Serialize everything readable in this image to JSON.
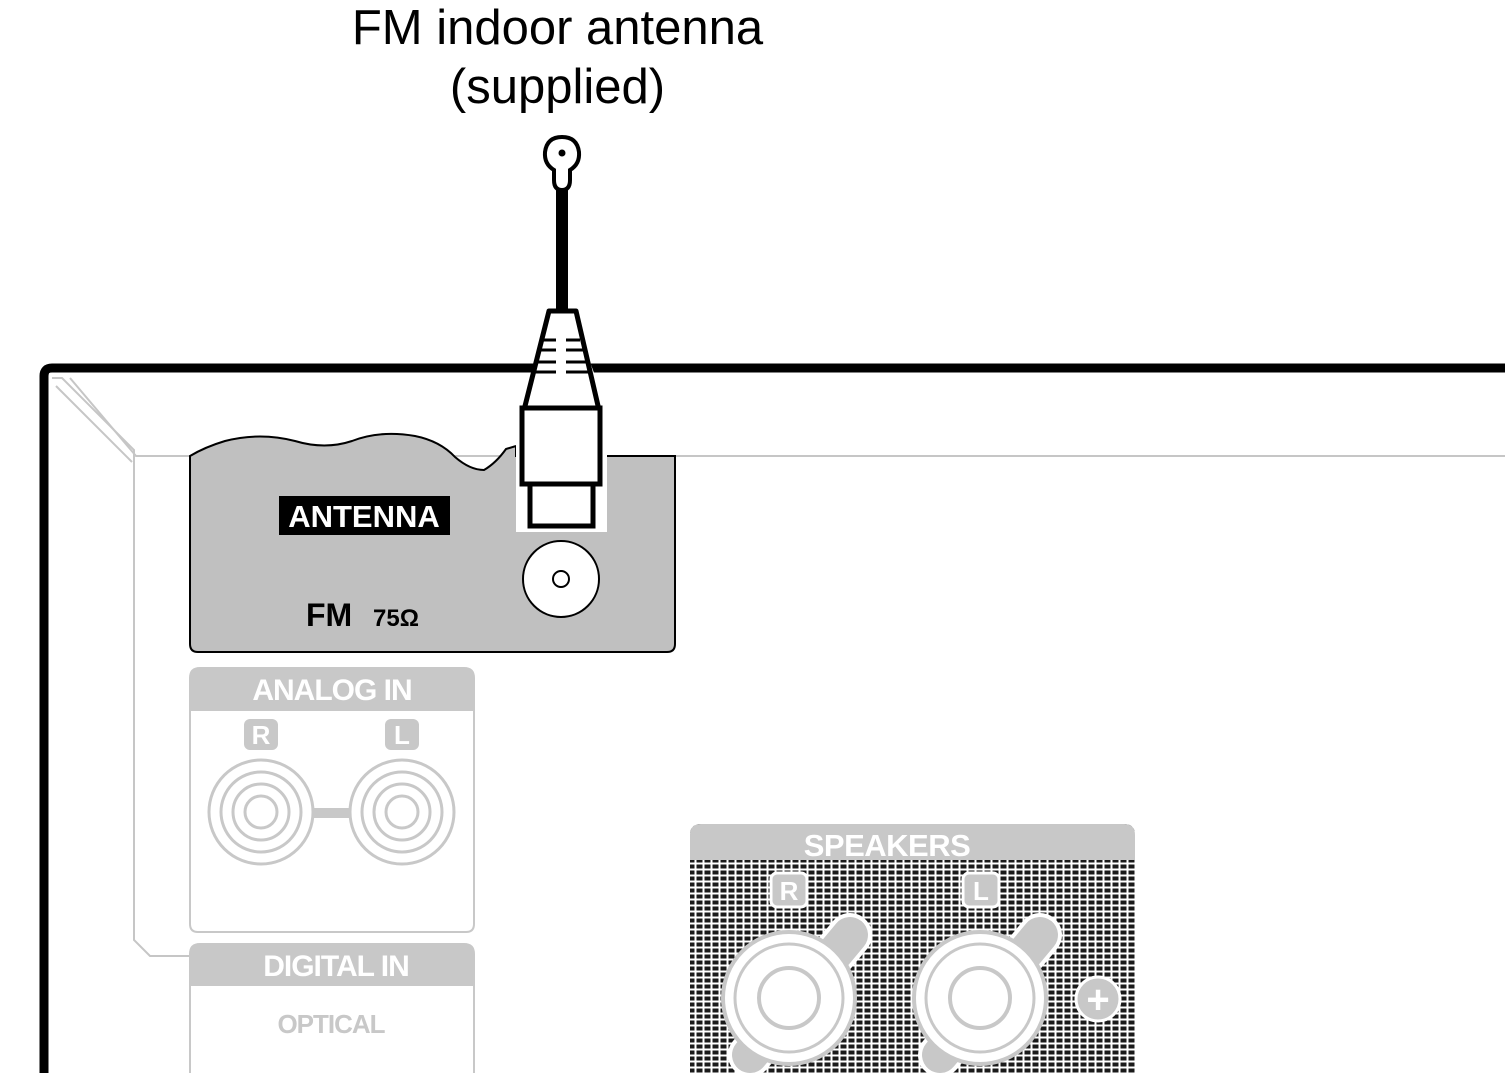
{
  "caption": {
    "line1": "FM indoor antenna",
    "line2": "(supplied)"
  },
  "antenna_panel": {
    "badge": "ANTENNA",
    "fm_label": "FM",
    "impedance": "75Ω"
  },
  "analog_in": {
    "title": "ANALOG IN",
    "right": "R",
    "left": "L"
  },
  "digital_in": {
    "title": "DIGITAL IN",
    "optical": "OPTICAL"
  },
  "speakers": {
    "title": "SPEAKERS",
    "right": "R",
    "left": "L",
    "plus": "+"
  },
  "colors": {
    "outline": "#000000",
    "panel_gray": "#c0c0c0",
    "faded_gray": "#c8c8c8",
    "connector_white": "#ffffff"
  }
}
